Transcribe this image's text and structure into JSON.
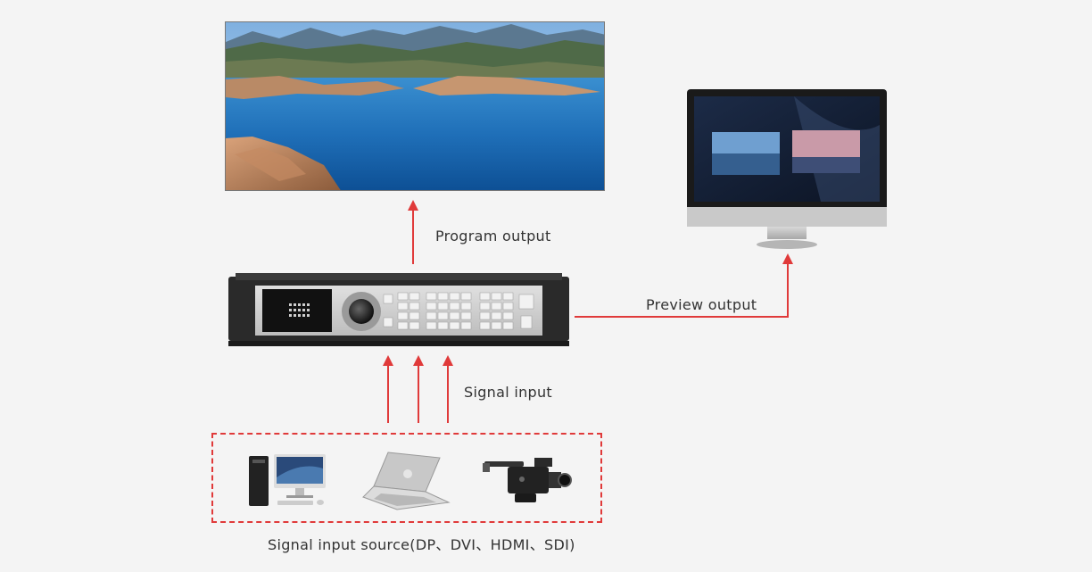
{
  "labels": {
    "program_output": "Program output",
    "preview_output": "Preview output",
    "signal_input": "Signal input",
    "signal_source": "Signal input source(DP、DVI、HDMI、SDI)"
  },
  "colors": {
    "arrow": "#e03a3a",
    "background": "#f4f4f4",
    "text": "#333333"
  }
}
